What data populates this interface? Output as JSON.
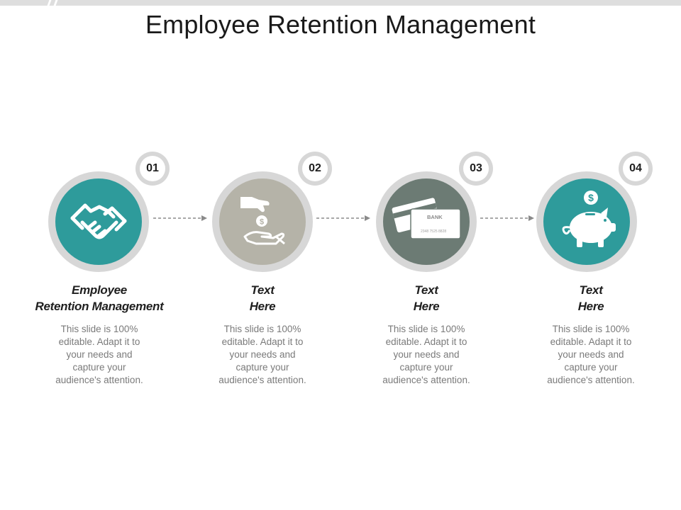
{
  "title": "Employee Retention Management",
  "steps": [
    {
      "number": "01",
      "heading_line1": "Employee",
      "heading_line2": "Retention Management",
      "description": "This slide is 100% editable. Adapt it to your needs and capture your audience's attention.",
      "icon": "handshake-icon",
      "color": "#2e9b9b"
    },
    {
      "number": "02",
      "heading_line1": "Text",
      "heading_line2": "Here",
      "description": "This slide is 100% editable. Adapt it to your needs and capture your audience's attention.",
      "icon": "hand-giving-coin-icon",
      "color": "#b5b3a8"
    },
    {
      "number": "03",
      "heading_line1": "Text",
      "heading_line2": "Here",
      "description": "This slide is 100% editable. Adapt it to your needs and capture your audience's attention.",
      "icon": "bank-card-icon",
      "color": "#6c7b74",
      "card_label": "BANK",
      "card_number": "2348 7525 8828"
    },
    {
      "number": "04",
      "heading_line1": "Text",
      "heading_line2": "Here",
      "description": "This slide is 100% editable. Adapt it to your needs and capture your audience's attention.",
      "icon": "piggy-bank-icon",
      "color": "#2e9b9b"
    }
  ],
  "colors": {
    "teal": "#2e9b9b",
    "beige_gray": "#b5b3a8",
    "slate": "#6c7b74",
    "ring": "#d7d7d7",
    "arrow": "#8a8a8a"
  }
}
